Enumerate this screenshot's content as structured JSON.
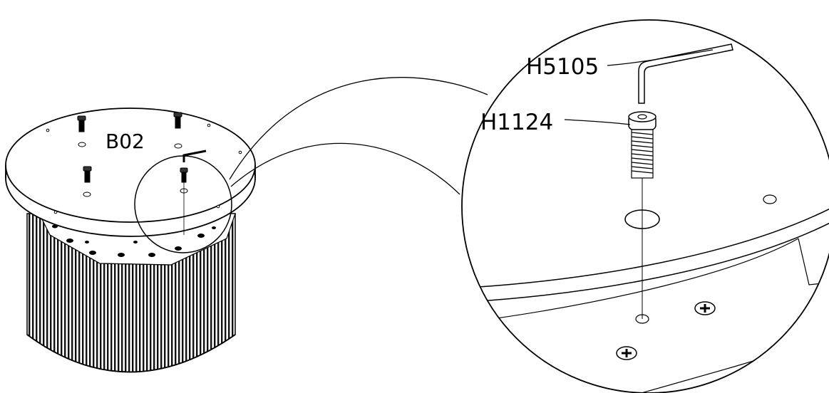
{
  "labels": {
    "assembly_part": "B02",
    "tool_part": "H5105",
    "screw_part": "H1124"
  }
}
